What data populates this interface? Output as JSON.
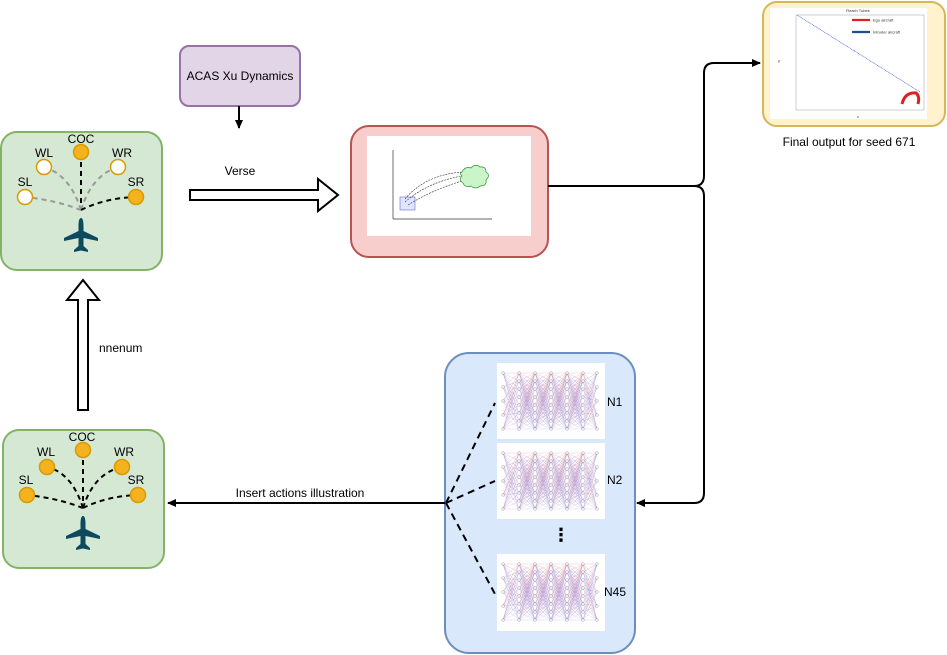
{
  "nodes": {
    "dynamics": "ACAS Xu Dynamics",
    "verse_label": "Verse",
    "nnenum_label": "nnenum",
    "insert_label": "Insert actions illustration",
    "final_caption": "Final output for seed 671"
  },
  "aircraft_top": {
    "advisories": [
      "COC",
      "WL",
      "WR",
      "SL",
      "SR"
    ]
  },
  "aircraft_bottom": {
    "advisories": [
      "COC",
      "WL",
      "WR",
      "SL",
      "SR"
    ]
  },
  "networks": {
    "labels": [
      "N1",
      "N2",
      "N45"
    ],
    "ellipsis": "⋮"
  },
  "result_plot": {
    "title": "Reach Tubes",
    "legend": [
      "Ego aircraft",
      "Intruder aircraft"
    ],
    "legend_colors": [
      "#e02020",
      "#1f4e8c"
    ],
    "xlabel": "x",
    "ylabel": "y"
  },
  "colors": {
    "aircraft_box_fill": "#d5e8d4",
    "aircraft_box_stroke": "#82b366",
    "dynamics_fill": "#e1d5e7",
    "dynamics_stroke": "#9673a6",
    "verse_fill": "#f8cecc",
    "verse_stroke": "#b85450",
    "nn_fill": "#dae8fc",
    "nn_stroke": "#6c8ebf",
    "result_fill": "#fff2cc",
    "result_stroke": "#d6b656",
    "active_node": "#f5b21f",
    "plane": "#0e4a5e"
  }
}
